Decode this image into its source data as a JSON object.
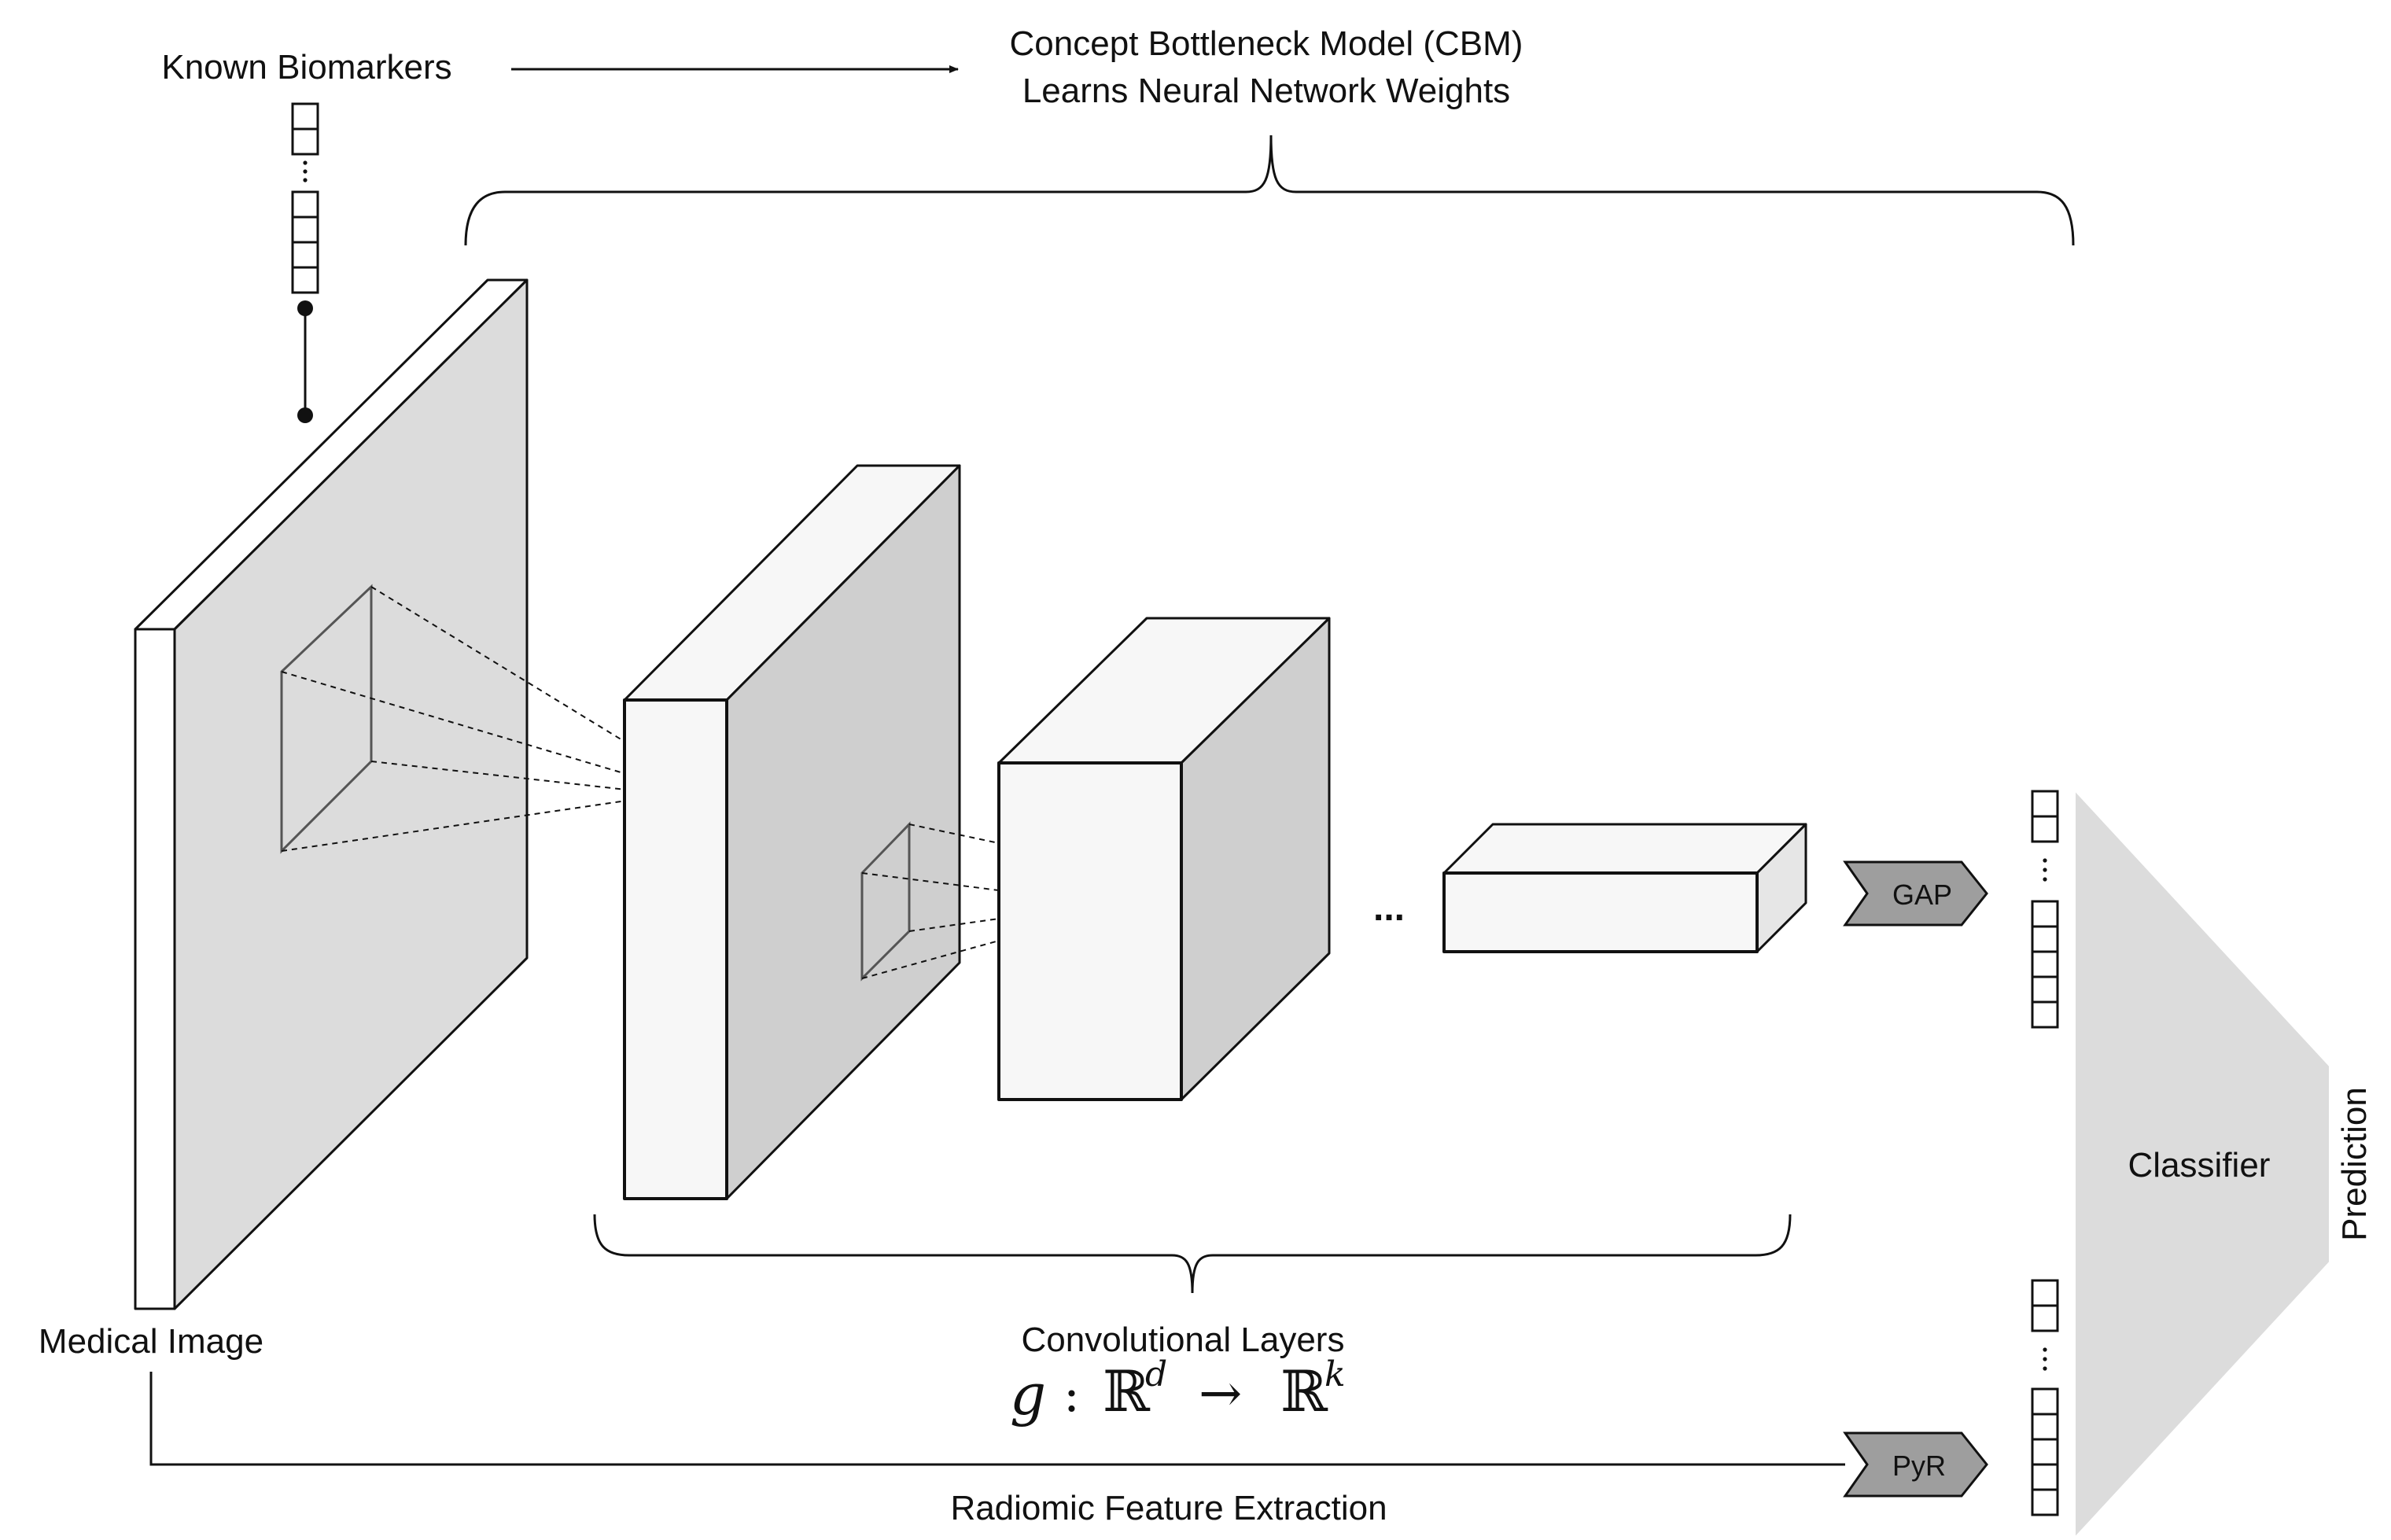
{
  "diagram": {
    "known_biomarkers_label": "Known Biomarkers",
    "cbm_title_line1": "Concept Bottleneck Model (CBM)",
    "cbm_title_line2": "Learns Neural Network Weights",
    "medical_image_label": "Medical Image",
    "convolutional_layers_label": "Convolutional Layers",
    "formula": {
      "function": "g",
      "colon": ":",
      "domain_set": "ℝ",
      "domain_exp": "d",
      "arrow": "→",
      "codomain_set": "ℝ",
      "codomain_exp": "k"
    },
    "ellipsis_label": "...",
    "gap_label": "GAP",
    "pyr_label": "PyR",
    "classifier_label": "Classifier",
    "prediction_label": "Prediction",
    "radiomic_label": "Radiomic Feature Extraction"
  },
  "colors": {
    "stroke": "#111111",
    "panel_gray": "#dcdcdc",
    "panel_gray_dark": "#cfcfcf",
    "box_light": "#f7f7f7",
    "tag_gray": "#9e9e9e",
    "classifier_fill": "#dcdcdc"
  }
}
